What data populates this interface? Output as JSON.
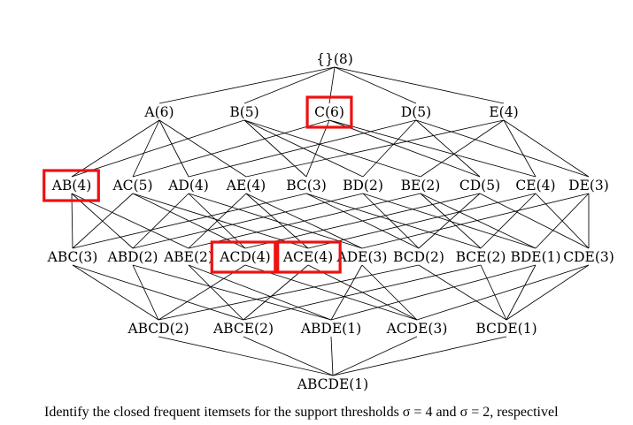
{
  "lattice": {
    "root": "{}(8)",
    "level1": [
      "A(6)",
      "B(5)",
      "C(6)",
      "D(5)",
      "E(4)"
    ],
    "level2": [
      "AB(4)",
      "AC(5)",
      "AD(4)",
      "AE(4)",
      "BC(3)",
      "BD(2)",
      "BE(2)",
      "CD(5)",
      "CE(4)",
      "DE(3)"
    ],
    "level3": [
      "ABC(3)",
      "ABD(2)",
      "ABE(2)",
      "ACD(4)",
      "ACE(4)",
      "ADE(3)",
      "BCD(2)",
      "BCE(2)",
      "BDE(1)",
      "CDE(3)"
    ],
    "level4": [
      "ABCD(2)",
      "ABCE(2)",
      "ABDE(1)",
      "ACDE(3)",
      "BCDE(1)"
    ],
    "level5": "ABCDE(1)",
    "highlighted": [
      "C(6)",
      "AB(4)",
      "ACD(4)",
      "ACE(4)"
    ],
    "highlight_color": "#ee1111"
  },
  "caption": {
    "text": "Identify the closed frequent itemsets for the support thresholds",
    "sigma_a": "σ = 4",
    "conj": "and",
    "sigma_b": "σ = 2, respectivel"
  }
}
